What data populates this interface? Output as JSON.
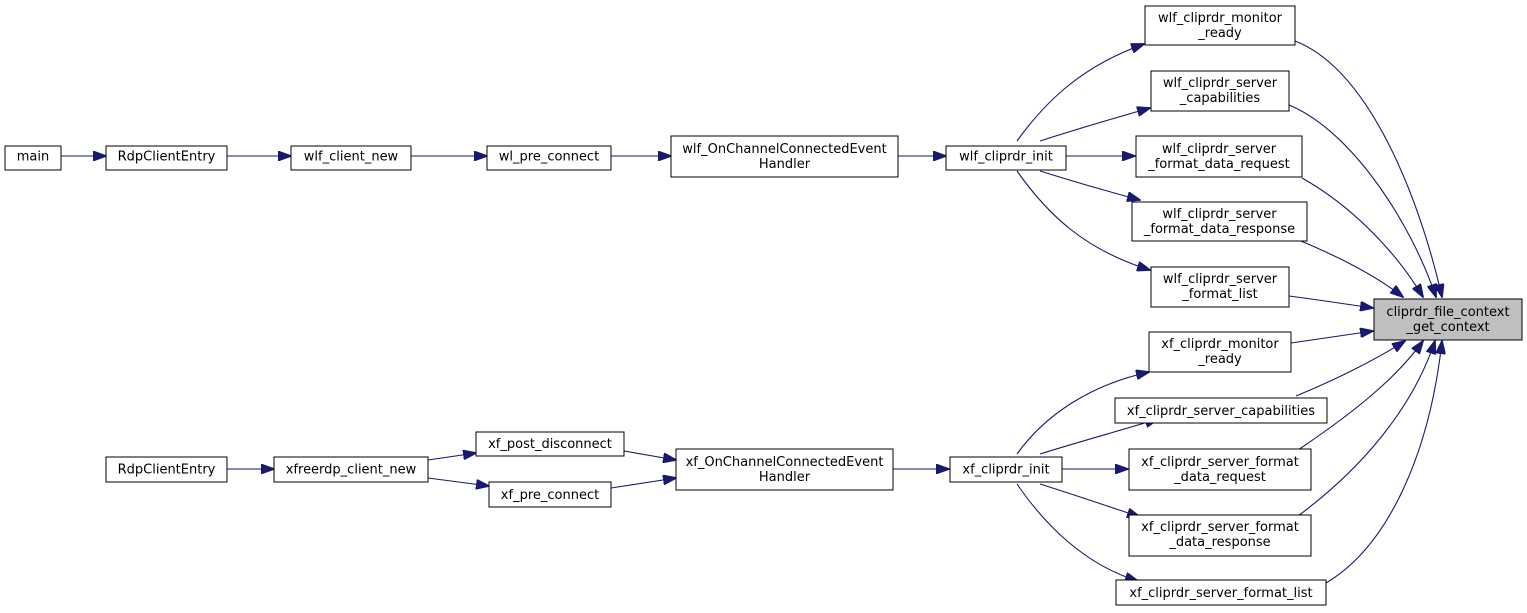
{
  "nodes": {
    "main": [
      "main"
    ],
    "rdp1": [
      "RdpClientEntry"
    ],
    "wlf_client_new": [
      "wlf_client_new"
    ],
    "wl_pre_connect": [
      "wl_pre_connect"
    ],
    "wlf_onchannel": [
      "wlf_OnChannelConnectedEvent",
      "Handler"
    ],
    "wlf_init": [
      "wlf_cliprdr_init"
    ],
    "wlf_monitor": [
      "wlf_cliprdr_monitor",
      "_ready"
    ],
    "wlf_caps": [
      "wlf_cliprdr_server",
      "_capabilities"
    ],
    "wlf_fdr": [
      "wlf_cliprdr_server",
      "_format_data_request"
    ],
    "wlf_fdresp": [
      "wlf_cliprdr_server",
      "_format_data_response"
    ],
    "wlf_flist": [
      "wlf_cliprdr_server",
      "_format_list"
    ],
    "target": [
      "cliprdr_file_context",
      "_get_context"
    ],
    "xf_monitor": [
      "xf_cliprdr_monitor",
      "_ready"
    ],
    "xf_caps": [
      "xf_cliprdr_server_capabilities"
    ],
    "rdp2": [
      "RdpClientEntry"
    ],
    "xfreerdp_new": [
      "xfreerdp_client_new"
    ],
    "xf_post": [
      "xf_post_disconnect"
    ],
    "xf_pre": [
      "xf_pre_connect"
    ],
    "xf_onchannel": [
      "xf_OnChannelConnectedEvent",
      "Handler"
    ],
    "xf_init": [
      "xf_cliprdr_init"
    ],
    "xf_fdr": [
      "xf_cliprdr_server_format",
      "_data_request"
    ],
    "xf_fdresp": [
      "xf_cliprdr_server_format",
      "_data_response"
    ],
    "xf_flist": [
      "xf_cliprdr_server_format_list"
    ]
  }
}
